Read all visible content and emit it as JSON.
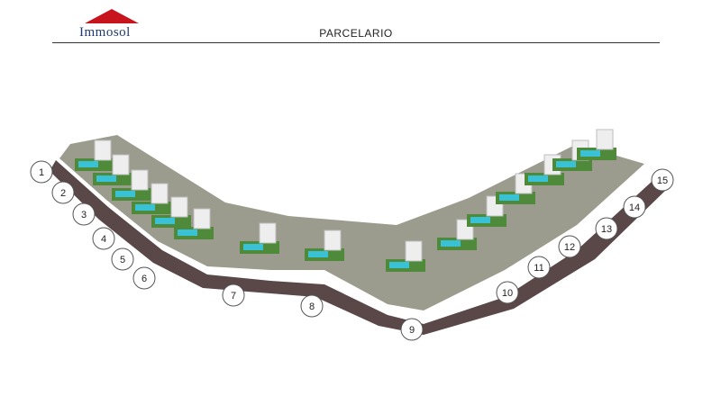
{
  "header": {
    "logo_text": "Immosol",
    "title": "PARCELARIO"
  },
  "colors": {
    "road": "#5a4747",
    "roof_red": "#c8141d",
    "pool": "#39c2d6",
    "lawn": "#4f8a3a",
    "villa": "#eeeeee"
  },
  "lots": [
    "1",
    "2",
    "3",
    "4",
    "5",
    "6",
    "7",
    "8",
    "9",
    "10",
    "11",
    "12",
    "13",
    "14",
    "15"
  ]
}
